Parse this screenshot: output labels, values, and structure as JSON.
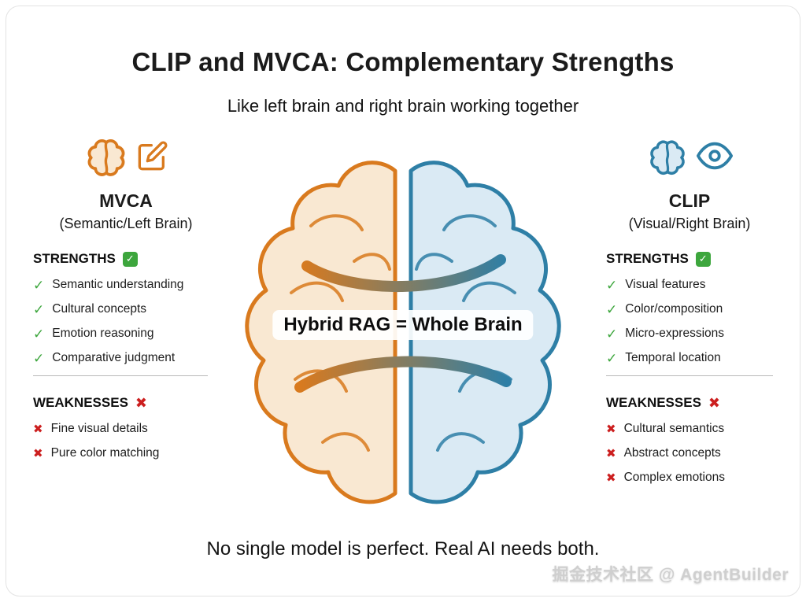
{
  "page": {
    "title": "CLIP and MVCA: Complementary Strengths",
    "subtitle": "Like left brain and right brain working together",
    "center_label": "Hybrid RAG = Whole Brain",
    "footer": "No single model is perfect. Real AI needs both.",
    "watermark": "掘金技术社区 @ AgentBuilder"
  },
  "icons": {
    "check": "✓",
    "badge_check": "✓",
    "cross": "✖",
    "badge_cross": "✖",
    "left_header_icons": [
      "brain-icon",
      "edit-pencil-icon"
    ],
    "right_header_icons": [
      "brain-icon",
      "eye-icon"
    ]
  },
  "left_panel": {
    "name": "MVCA",
    "subtitle": "(Semantic/Left Brain)",
    "strengths_label": "STRENGTHS",
    "strengths": [
      "Semantic understanding",
      "Cultural concepts",
      "Emotion reasoning",
      "Comparative judgment"
    ],
    "weaknesses_label": "WEAKNESSES",
    "weaknesses": [
      "Fine visual details",
      "Pure color matching"
    ]
  },
  "right_panel": {
    "name": "CLIP",
    "subtitle": "(Visual/Right Brain)",
    "strengths_label": "STRENGTHS",
    "strengths": [
      "Visual features",
      "Color/composition",
      "Micro-expressions",
      "Temporal location"
    ],
    "weaknesses_label": "WEAKNESSES",
    "weaknesses": [
      "Cultural semantics",
      "Abstract concepts",
      "Complex emotions"
    ]
  },
  "colors": {
    "left_orange": "#D97A1E",
    "left_fill": "#F9E8D2",
    "right_blue": "#2E7FA6",
    "right_fill": "#DAEAF4",
    "green_check": "#3DA63D",
    "red_cross": "#CC1F1F"
  }
}
